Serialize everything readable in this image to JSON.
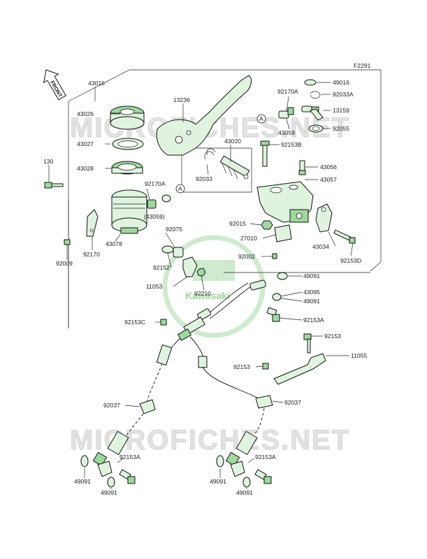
{
  "figure_code": "F2291",
  "front_label": "FRONT",
  "callout_a": "A",
  "watermarks": {
    "top": "MICROFICHES.NET",
    "bottom": "MICROFICHES.NET",
    "logo_text": "Kawasaki"
  },
  "colors": {
    "part_fill": "#dff3df",
    "part_dark": "#9fd89f",
    "accent_green": "#2e9a2e",
    "line": "#222222"
  },
  "parts": {
    "p43015": "43015",
    "p43026": "43026",
    "p43027": "43027",
    "p43028": "43028",
    "p130": "130",
    "p92170a_1": "92170A",
    "p43059_paren": "(43059)",
    "p43078": "43078",
    "p92009": "92009",
    "p92170": "92170",
    "p13236": "13236",
    "p43020": "43020",
    "p92033": "92033",
    "p92170a_2": "92170A",
    "p43059": "43059",
    "p92153b": "92153B",
    "p49016": "49016",
    "p92033a": "92033A",
    "p13159": "13159",
    "p92055": "92055",
    "p43056": "43056",
    "p43057": "43057",
    "p92015": "92015",
    "p27010": "27010",
    "p92002": "92002",
    "p43034": "43034",
    "p92153d": "92153D",
    "p92075": "92075",
    "p92152": "92152",
    "p11053": "11053",
    "p92210": "92210",
    "p49091_1": "49091",
    "p43095": "43095",
    "p49091_2": "49091",
    "p92153a_1": "92153A",
    "p92153c": "92153C",
    "p92153_1": "92153",
    "p11055": "11055",
    "p92153_2": "92153",
    "p92037_l": "92037",
    "p92037_r": "92037",
    "p92153a_l": "92153A",
    "p49091_l1": "49091",
    "p49091_l2": "49091",
    "p92153a_r": "92153A",
    "p49091_r1": "49091",
    "p49091_r2": "49091"
  }
}
